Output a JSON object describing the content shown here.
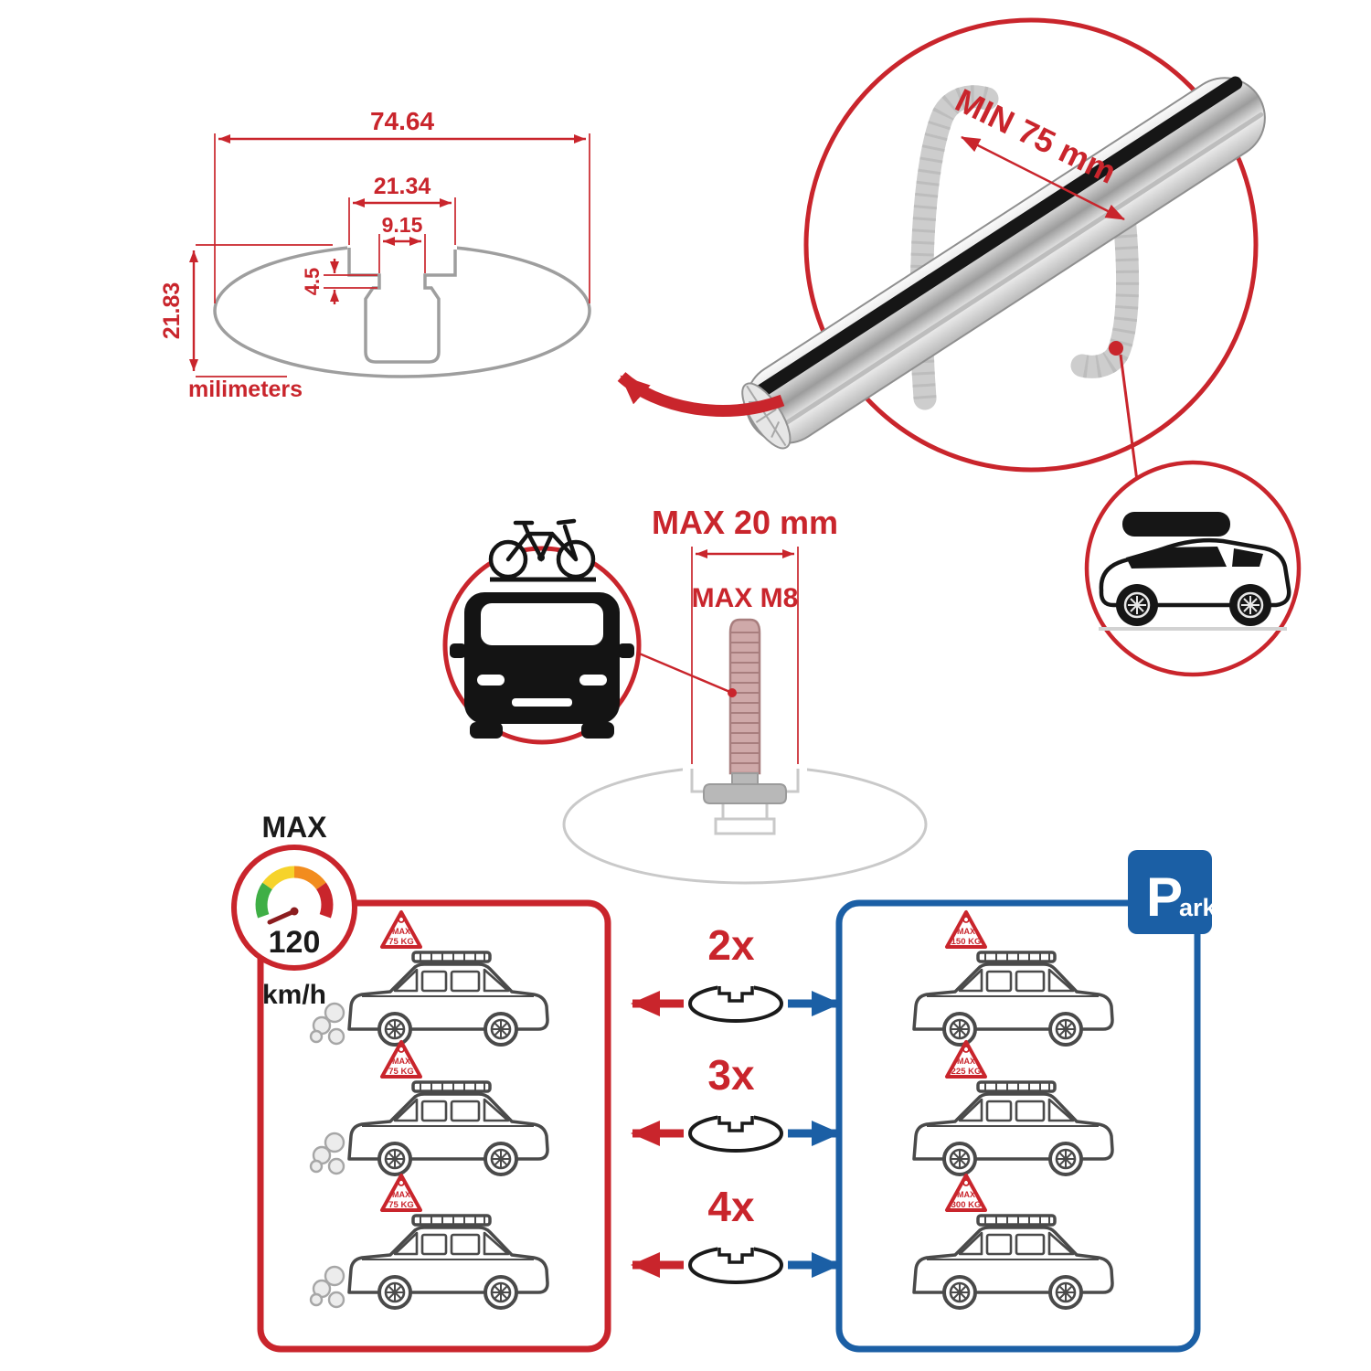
{
  "colors": {
    "accent_red": "#c9252c",
    "accent_blue": "#1b5fa5",
    "steel_gray": "#9e9e9e"
  },
  "profile_drawing": {
    "total_width": "74.64",
    "slot_outer_width": "21.34",
    "slot_inner_width": "9.15",
    "slot_step_depth": "4.5",
    "total_height": "21.83",
    "units_label": "milimeters"
  },
  "crossbar_detail": {
    "min_span_label": "MIN 75 mm"
  },
  "bolt_detail": {
    "max_width_label": "MAX 20 mm",
    "max_thread_label": "MAX M8"
  },
  "speed_limit": {
    "title": "MAX",
    "value": "120",
    "units": "km/h"
  },
  "parking_sign": {
    "letter": "P",
    "suffix": "ark"
  },
  "kit_options": {
    "multipliers": [
      "2x",
      "3x",
      "4x"
    ],
    "driving_loads": [
      {
        "label": "MAX",
        "weight": "75 KG"
      },
      {
        "label": "MAX",
        "weight": "75 KG"
      },
      {
        "label": "MAX",
        "weight": "75 KG"
      }
    ],
    "parked_loads": [
      {
        "label": "MAX",
        "weight": "150 KG"
      },
      {
        "label": "MAX",
        "weight": "225 KG"
      },
      {
        "label": "MAX",
        "weight": "300 KG"
      }
    ]
  }
}
